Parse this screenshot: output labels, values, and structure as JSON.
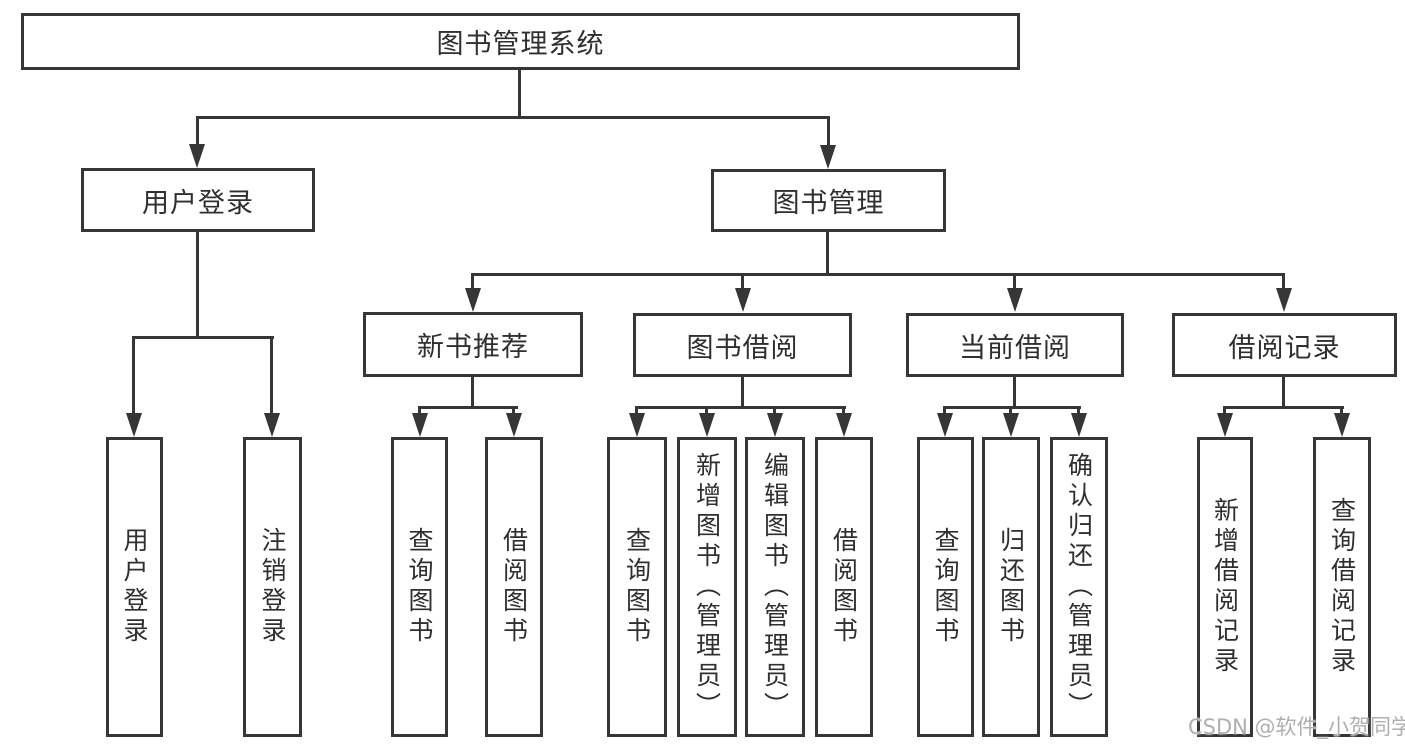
{
  "diagram": {
    "title": "图书管理系统",
    "branches": [
      {
        "label": "用户登录",
        "leaves": [
          "用户登录",
          "注销登录"
        ]
      },
      {
        "label": "图书管理",
        "sections": [
          {
            "label": "新书推荐",
            "leaves": [
              "查询图书",
              "借阅图书"
            ]
          },
          {
            "label": "图书借阅",
            "leaves": [
              "查询图书",
              "新增图书（管理员）",
              "编辑图书（管理员）",
              "借阅图书"
            ]
          },
          {
            "label": "当前借阅",
            "leaves": [
              "查询图书",
              "归还图书",
              "确认归还（管理员）"
            ]
          },
          {
            "label": "借阅记录",
            "leaves": [
              "新增借阅记录",
              "查询借阅记录"
            ]
          }
        ]
      }
    ]
  },
  "watermark": {
    "text": "CSDN @软件_小贺同学"
  },
  "colors": {
    "line": "#363636",
    "text": "#2f2f2f",
    "background": "#ffffff",
    "watermark": "#a8a8a8"
  }
}
